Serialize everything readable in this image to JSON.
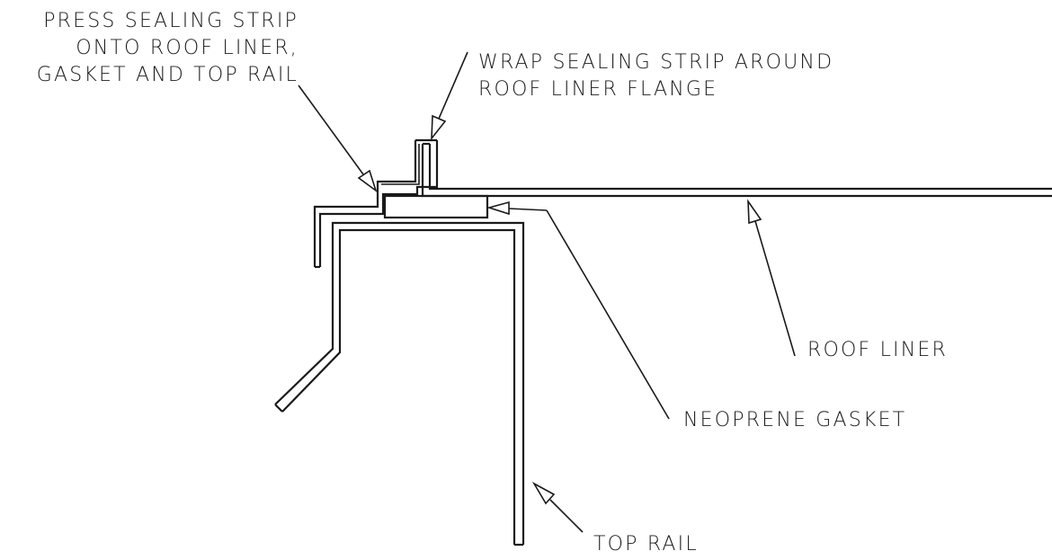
{
  "labels": {
    "press_sealing_strip": [
      "PRESS SEALING STRIP",
      "ONTO ROOF LINER,",
      "GASKET AND TOP RAIL"
    ],
    "wrap_sealing_strip": [
      "WRAP SEALING STRIP AROUND",
      "ROOF LINER FLANGE"
    ],
    "roof_liner": "ROOF LINER",
    "neoprene_gasket": "NEOPRENE GASKET",
    "top_rail": "TOP RAIL"
  }
}
